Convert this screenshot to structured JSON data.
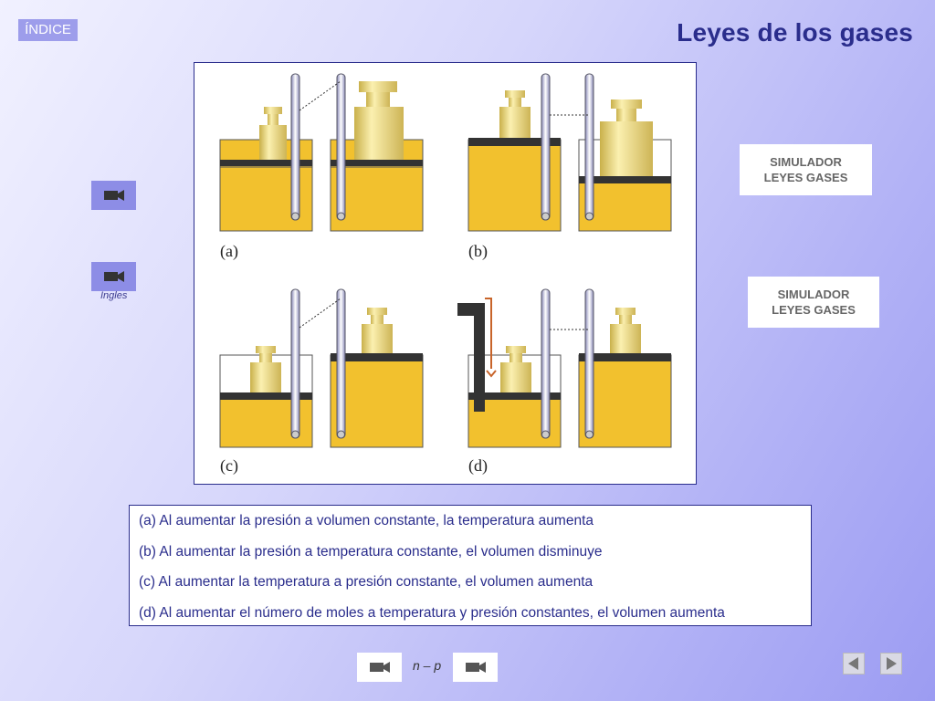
{
  "header": {
    "index_label": "ÍNDICE",
    "title": "Leyes de los gases"
  },
  "figure": {
    "panel_labels": [
      "(a)",
      "(b)",
      "(c)",
      "(d)"
    ],
    "colors": {
      "gas": "#f2c12e",
      "piston": "#333333",
      "weight": "#f0dc78",
      "border": "#2a2d8c"
    }
  },
  "left_buttons": {
    "video1_icon": "video-camera-icon",
    "video2_icon": "video-camera-icon",
    "video2_caption": "Ingles"
  },
  "simulators": {
    "sim1_label": "SIMULADOR LEYES GASES",
    "sim2_label": "SIMULADOR LEYES GASES"
  },
  "statements": [
    "(a) Al aumentar la presión a volumen constante, la temperatura aumenta",
    "(b) Al aumentar la presión a temperatura constante, el volumen disminuye",
    "(c) Al aumentar la temperatura a presión constante, el volumen aumenta",
    "(d) Al aumentar el número de moles a temperatura y presión constantes, el volumen aumenta"
  ],
  "bottom_nav": {
    "np_label": "n – p",
    "prev_icon": "triangle-left-icon",
    "next_icon": "triangle-right-icon"
  }
}
